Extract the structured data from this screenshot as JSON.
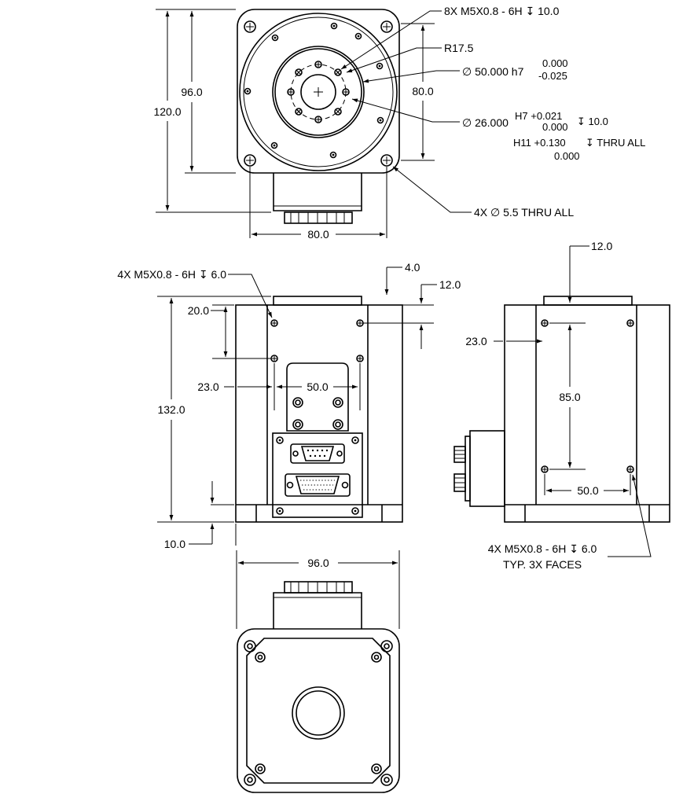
{
  "top_view": {
    "dim_height_overall": "120.0",
    "dim_height_flange": "96.0",
    "dim_width_bolt": "80.0",
    "dim_height_bolt": "80.0",
    "callout_tapped_holes": "8X M5X0.8 - 6H ↧ 10.0",
    "callout_radius": "R17.5",
    "callout_pilot_dia": "∅ 50.000 h7",
    "callout_pilot_tol_upper": "0.000",
    "callout_pilot_tol_lower": "-0.025",
    "callout_bore_dia": "∅ 26.000",
    "callout_bore_h7": "H7 +0.021",
    "callout_bore_h7_lower": "0.000",
    "callout_bore_h7_depth": "↧ 10.0",
    "callout_bore_h11": "H11 +0.130",
    "callout_bore_h11_depth": "↧ THRU ALL",
    "callout_bore_h11_lower": "0.000",
    "callout_through_holes": "4X ∅ 5.5 THRU ALL"
  },
  "front_view": {
    "callout_tapped": "4X M5X0.8 - 6H ↧ 6.0",
    "dim_step": "4.0",
    "dim_top_offset": "12.0",
    "dim_hole_offset": "20.0",
    "dim_height": "132.0",
    "dim_side_offset": "23.0",
    "dim_hole_spacing": "50.0",
    "dim_bottom": "10.0"
  },
  "side_view": {
    "dim_top": "12.0",
    "dim_side": "23.0",
    "dim_vertical": "85.0",
    "dim_horizontal": "50.0",
    "callout_line1": "4X M5X0.8 - 6H ↧ 6.0",
    "callout_line2": "TYP. 3X FACES"
  },
  "bottom_view": {
    "dim_width": "96.0"
  }
}
